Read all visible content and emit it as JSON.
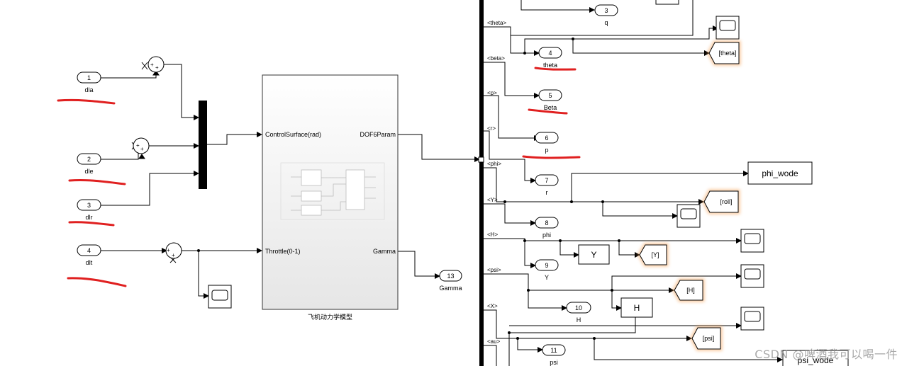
{
  "inputs": [
    {
      "num": "1",
      "name": "dla"
    },
    {
      "num": "2",
      "name": "dle"
    },
    {
      "num": "3",
      "name": "dlr"
    },
    {
      "num": "4",
      "name": "dlt"
    }
  ],
  "subsystem": {
    "in_ports": [
      "ControlSurface(rad)",
      "Throttle(0-1)"
    ],
    "out_ports": [
      "DOF6Param",
      "Gamma"
    ],
    "name": "飞机动力学模型"
  },
  "gamma_out": {
    "num": "13",
    "name": "Gamma"
  },
  "sum_signs": "+",
  "bus_signals": [
    "<theta>",
    "<beta>",
    "<p>",
    "<r>",
    "<phi>",
    "<Y>",
    "<H>",
    "<psi>",
    "<X>",
    "<au>"
  ],
  "outports": [
    {
      "num": "3",
      "name": "q"
    },
    {
      "num": "4",
      "name": "theta"
    },
    {
      "num": "5",
      "name": "Beta"
    },
    {
      "num": "6",
      "name": "p"
    },
    {
      "num": "7",
      "name": "r"
    },
    {
      "num": "8",
      "name": "phi"
    },
    {
      "num": "9",
      "name": "Y"
    },
    {
      "num": "10",
      "name": "H"
    },
    {
      "num": "11",
      "name": "psi"
    }
  ],
  "goto_tags": [
    "[theta]",
    "[roll]",
    "[Y]",
    "[H]",
    "[psi]"
  ],
  "gain_blocks": [
    "Y",
    "H"
  ],
  "to_workspace": [
    "phi_wode",
    "psi_wode"
  ],
  "watermark": "CSDN @啤酒我可以喝一件",
  "colors": {
    "line": "#000000",
    "annotation": "#e02020",
    "goto_glow": "#f6a45a",
    "block_border": "#333333"
  }
}
